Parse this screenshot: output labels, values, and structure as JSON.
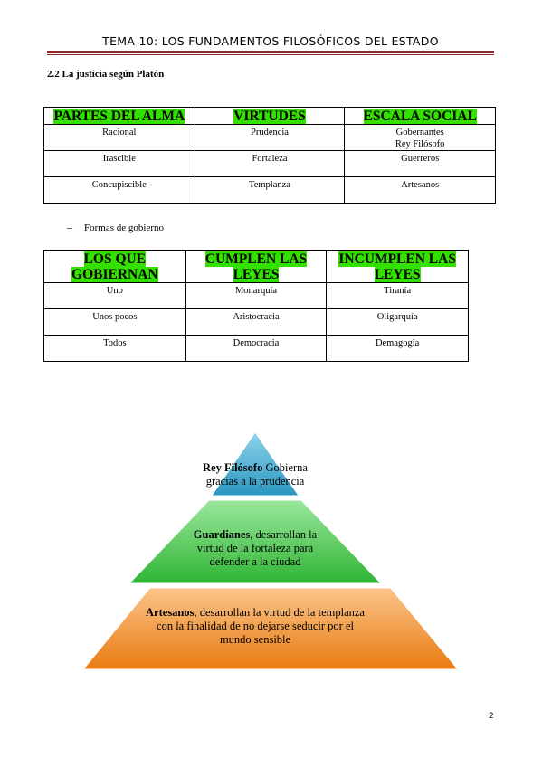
{
  "header": {
    "title": "TEMA 10: LOS FUNDAMENTOS FILOSÓFICOS DEL ESTADO"
  },
  "section": {
    "title": "2.2 La justicia según Platón"
  },
  "table1": {
    "headers": [
      "PARTES DEL ALMA",
      "VIRTUDES",
      "ESCALA SOCIAL"
    ],
    "rows": [
      [
        "Racional",
        "Prudencia",
        "Gobernantes",
        "Rey Filósofo"
      ],
      [
        "Irascible",
        "Fortaleza",
        "Guerreros"
      ],
      [
        "Concupiscible",
        "Templanza",
        "Artesanos"
      ]
    ]
  },
  "bullet": {
    "dash": "–",
    "text": "Formas de gobierno"
  },
  "table2": {
    "headers": [
      [
        "LOS QUE",
        "GOBIERNAN"
      ],
      [
        "CUMPLEN LAS",
        "LEYES"
      ],
      [
        "INCUMPLEN LAS",
        "LEYES"
      ]
    ],
    "rows": [
      [
        "Uno",
        "Monarquía",
        "Tiranía"
      ],
      [
        "Unos pocos",
        "Aristocracia",
        "Oligarquía"
      ],
      [
        "Todos",
        "Democracia",
        "Demagogia"
      ]
    ]
  },
  "pyramid": {
    "top": {
      "bold": "Rey Filósofo",
      "rest1": " Gobierna",
      "line2": "gracias a la prudencia"
    },
    "middle": {
      "bold": "Guardianes",
      "rest1": ", desarrollan la",
      "line2": "virtud de la fortaleza para",
      "line3": "defender a la ciudad"
    },
    "bottom": {
      "bold": "Artesanos",
      "rest1": ", desarrollan la virtud de la templanza",
      "line2": "con la finalidad de no dejarse seducir por el",
      "line3": "mundo sensible"
    }
  },
  "page_number": "2",
  "colors": {
    "header_rule": "#8b2b2b",
    "highlight": "#33e000",
    "tier_top": "#2f9fc6",
    "tier_mid": "#35c23a",
    "tier_bottom": "#ee8418"
  }
}
